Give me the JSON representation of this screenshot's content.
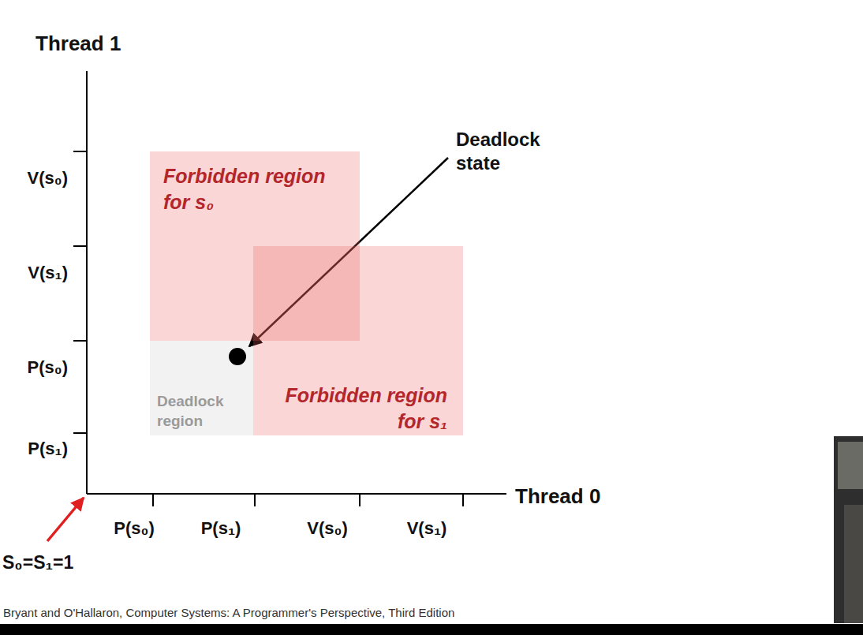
{
  "diagram": {
    "nodes": [
      {
        "text": [
          "Forbidden region for s₀"
        ]
      },
      {
        "text": [
          "Forbidden region for s₁"
        ]
      },
      {
        "text": [
          "Deadlock region"
        ]
      }
    ],
    "labels": [
      "Thread 1",
      "V(s₀)",
      "V(s₁)",
      "P(s₀)",
      "P(s₁)",
      "Deadlock state",
      "Thread 0",
      "P(s₀)",
      "P(s₁)",
      "V(s₀)",
      "V(s₁)",
      "S₀=S₁=1",
      "Bryant and O'Hallaron, Computer Systems: A Programmer's Perspective, Third Edition"
    ]
  }
}
